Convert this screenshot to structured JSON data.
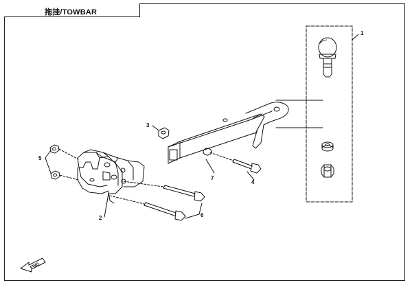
{
  "header": {
    "title": "拖挂/TOWBAR"
  },
  "callouts": {
    "c1": "1",
    "c2": "2",
    "c3": "3",
    "c4": "4",
    "c5": "5",
    "c6": "6",
    "c7": "7"
  },
  "direction_marker": {
    "label": "FWD",
    "icon": "forward-arrow-icon"
  },
  "colors": {
    "line": "#111111",
    "background": "#ffffff"
  }
}
